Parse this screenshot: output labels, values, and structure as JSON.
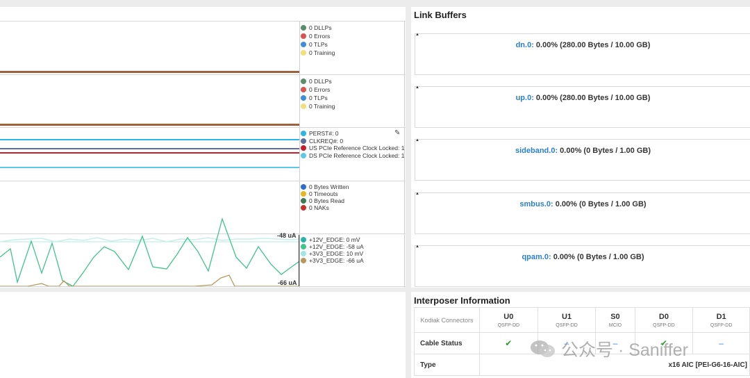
{
  "graphs": [
    {
      "legend": [
        {
          "label": "0 DLLPs",
          "color": "#5a8c6e"
        },
        {
          "label": "0 Errors",
          "color": "#d9534f"
        },
        {
          "label": "0 TLPs",
          "color": "#3d8fd9"
        },
        {
          "label": "0 Training",
          "color": "#f0e07a"
        }
      ]
    },
    {
      "legend": [
        {
          "label": "0 DLLPs",
          "color": "#5a8c6e"
        },
        {
          "label": "0 Errors",
          "color": "#d9534f"
        },
        {
          "label": "0 TLPs",
          "color": "#3d8fd9"
        },
        {
          "label": "0 Training",
          "color": "#f0e07a"
        }
      ]
    },
    {
      "legend": [
        {
          "label": "PERST#: 0",
          "color": "#29b6e6"
        },
        {
          "label": "CLKREQ#: 0",
          "color": "#5b6e9e"
        },
        {
          "label": "US PCIe Reference Clock Locked: 1",
          "color": "#c8202a"
        },
        {
          "label": "DS PCIe Reference Clock Locked: 1",
          "color": "#5bc8e8"
        }
      ]
    },
    {
      "legend": [
        {
          "label": "0 Bytes Written",
          "color": "#2a6fcc"
        },
        {
          "label": "0 Timeouts",
          "color": "#e6b820"
        },
        {
          "label": "0 Bytes Read",
          "color": "#3e7a55"
        },
        {
          "label": "0 NAKs",
          "color": "#c8302a"
        }
      ]
    },
    {
      "legend": [
        {
          "label": "+12V_EDGE: 0 mV",
          "color": "#26b5a8"
        },
        {
          "label": "+12V_EDGE: -58 uA",
          "color": "#3fc48a"
        },
        {
          "label": "+3V3_EDGE: 10 mV",
          "color": "#9ee8e0"
        },
        {
          "label": "+3V3_EDGE: -66 uA",
          "color": "#b59a5c"
        }
      ],
      "axis_top": "-48 uA",
      "axis_bottom": "-66 uA"
    }
  ],
  "link_buffers": {
    "title": "Link Buffers",
    "items": [
      {
        "name": "dn.0:",
        "value": "0.00% (280.00 Bytes / 10.00 GB)",
        "fill": 0
      },
      {
        "name": "up.0:",
        "value": "0.00% (280.00 Bytes / 10.00 GB)",
        "fill": 0
      },
      {
        "name": "sideband.0:",
        "value": "0.00% (0 Bytes / 1.00 GB)",
        "fill": 0
      },
      {
        "name": "smbus.0:",
        "value": "0.00% (0 Bytes / 1.00 GB)",
        "fill": 0
      },
      {
        "name": "qpam.0:",
        "value": "0.00% (0 Bytes / 1.00 GB)",
        "fill": 0
      }
    ]
  },
  "interposer": {
    "title": "Interposer Information",
    "corner": "Kodiak Connectors",
    "columns": [
      {
        "name": "U0",
        "sub": "QSFP-DD"
      },
      {
        "name": "U1",
        "sub": "QSFP-DD"
      },
      {
        "name": "S0",
        "sub": "MCIO"
      },
      {
        "name": "D0",
        "sub": "QSFP-DD"
      },
      {
        "name": "D1",
        "sub": "QSFP-DD"
      }
    ],
    "cable_status_label": "Cable Status",
    "cable_status": [
      "connected",
      "not-connected",
      "not-connected",
      "connected",
      "not-connected"
    ],
    "type_label": "Type",
    "type_value": "x16 AIC [PEI-G6-16-AIC]"
  },
  "watermark": "公众号 · Saniffer",
  "icons": {
    "edit": "pencil-icon",
    "ok": "check-icon",
    "none": "dash-icon",
    "wechat": "wechat-icon"
  }
}
